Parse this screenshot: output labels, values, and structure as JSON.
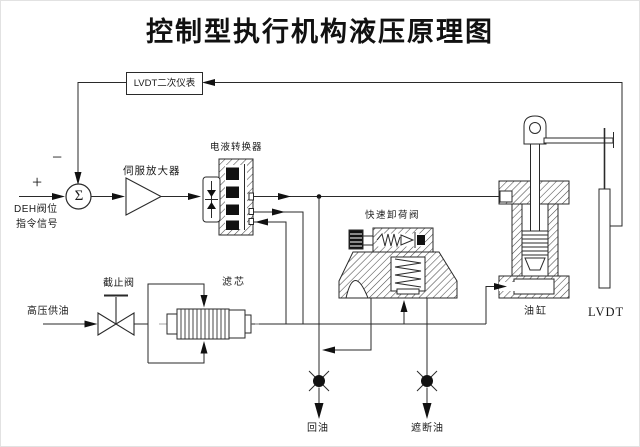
{
  "title": "控制型执行机构液压原理图",
  "labels": {
    "lvdt_meter": "LVDT二次仪表",
    "deh_line1": "DEH阀位",
    "deh_line2": "指令信号",
    "plus": "+",
    "minus": "−",
    "sigma": "Σ",
    "servo_amp": "伺服放大器",
    "converter": "电液转换器",
    "quick_valve": "快速卸荷阀",
    "stop_valve": "截止阀",
    "filter": "滤芯",
    "hp_supply": "高压供油",
    "cylinder": "油缸",
    "lvdt": "LVDT",
    "return_oil": "回油",
    "trip_oil": "遮断油"
  },
  "colors": {
    "line": "#2a2a2a",
    "background": "#ffffff"
  }
}
